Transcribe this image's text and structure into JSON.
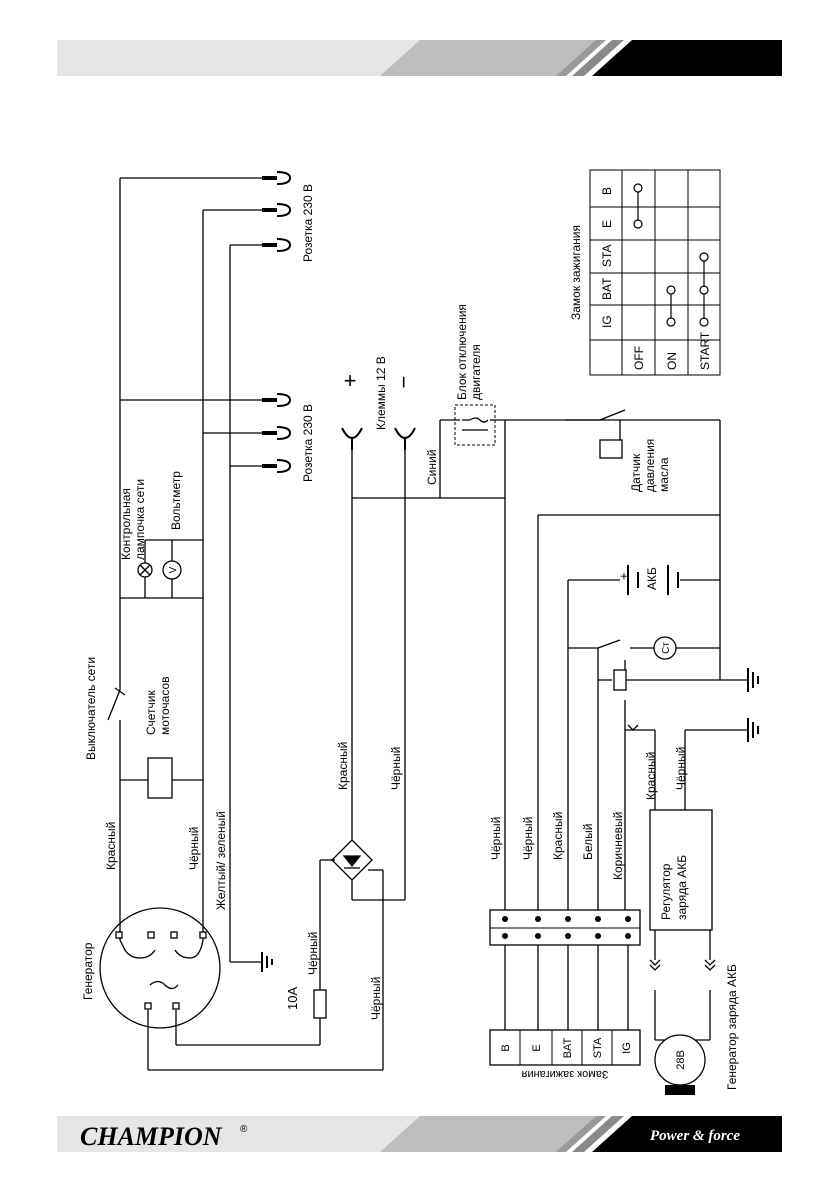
{
  "header_bar": {
    "colors": {
      "light": "#e6e6e6",
      "mid": "#bdbdbd",
      "dark": "#000000"
    }
  },
  "footer": {
    "brand": "CHAMPION",
    "brand_mark": "®",
    "slogan": "Power & force"
  },
  "diagram": {
    "generator": "Генератор",
    "mains_switch": "Выключатель сети",
    "hour_meter": "Счетчик моточасов",
    "pilot_lamp": "Контрольная лампочка сети",
    "voltmeter": "Вольтметр",
    "socket_top": "Розетка 230 В",
    "socket_mid": "Розетка 230 В",
    "terminals": "Клеммы 12 В",
    "plus": "+",
    "minus": "−",
    "shutdown_block_1": "Блок отключения",
    "shutdown_block_2": "двигателя",
    "oil_sensor_1": "Датчик",
    "oil_sensor_2": "давления",
    "oil_sensor_3": "масла",
    "battery": "АКБ",
    "battery_plus": "+",
    "starter": "Ст",
    "regulator_1": "Регулятор",
    "regulator_2": "заряда АКБ",
    "charge_gen": "Генератор заряда АКБ",
    "charge_gen_value": "28В",
    "ignition_lock": "Замок зажигания",
    "fuse": "10А",
    "voltmeter_symbol": "V",
    "wires": {
      "red_gen": "Красный",
      "black_gen": "Чёрный",
      "yellow_green": "Желтый/ зеленый",
      "black_fuse": "Чёрный",
      "black_bottom": "Чёрный",
      "red_bridge": "Красный",
      "black_bridge": "Чёрный",
      "blue": "Синий",
      "red_reg": "Красный",
      "black_reg": "Чёрный",
      "conn_1": "Чёрный",
      "conn_2": "Чёрный",
      "conn_3": "Красный",
      "conn_4": "Белый",
      "conn_5": "Коричневый"
    },
    "lock_pins": [
      "B",
      "E",
      "BAT",
      "STA",
      "IG"
    ]
  },
  "ignition_table": {
    "title": "Замок зажигания",
    "columns": [
      "IG",
      "BAT",
      "STA",
      "E",
      "B"
    ],
    "rows": [
      {
        "state": "OFF",
        "links": [
          "E",
          "B"
        ]
      },
      {
        "state": "ON",
        "links": [
          "IG",
          "BAT"
        ]
      },
      {
        "state": "START",
        "links": [
          "IG",
          "BAT",
          "STA"
        ]
      }
    ]
  }
}
